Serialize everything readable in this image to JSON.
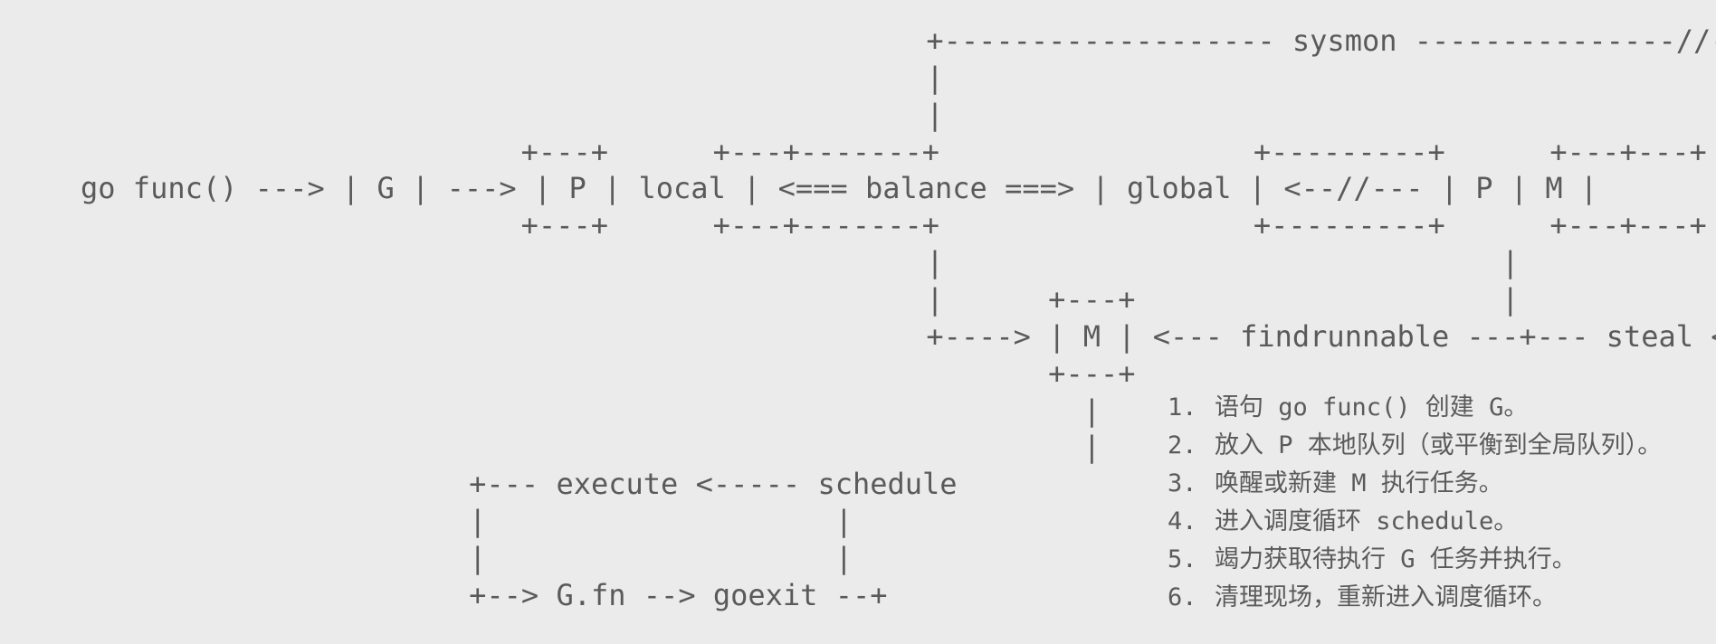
{
  "diagram": {
    "lines": [
      "                    +------------------- sysmon ---------------//------+",
      "                    |                                                  |",
      "                    |                                                  |",
      "          +---+      +---+-------+                  +---------+      +---+---+",
      "go func() ---> | G | ---> | P | local | <=== balance ===> | global | <--//--- | P | M |",
      "          +---+      +---+-------+                  +---------+      +---+---+",
      "                    |                                |              |",
      "                    |      +---+                     |              |",
      "                    +----> | M | <--- findrunnable ---+--- steal <--//--+",
      "                           +---+",
      "                             |",
      "                             |",
      "        +--- execute <----- schedule",
      "        |                    |",
      "        |                    |",
      "        +--> G.fn --> goexit --+"
    ]
  },
  "notes": [
    {
      "num": "1.",
      "text": "语句 go func() 创建 G。"
    },
    {
      "num": "2.",
      "text": "放入 P 本地队列（或平衡到全局队列）。"
    },
    {
      "num": "3.",
      "text": "唤醒或新建 M 执行任务。"
    },
    {
      "num": "4.",
      "text": "进入调度循环 schedule。"
    },
    {
      "num": "5.",
      "text": "竭力获取待执行 G 任务并执行。"
    },
    {
      "num": "6.",
      "text": "清理现场，重新进入调度循环。"
    }
  ]
}
